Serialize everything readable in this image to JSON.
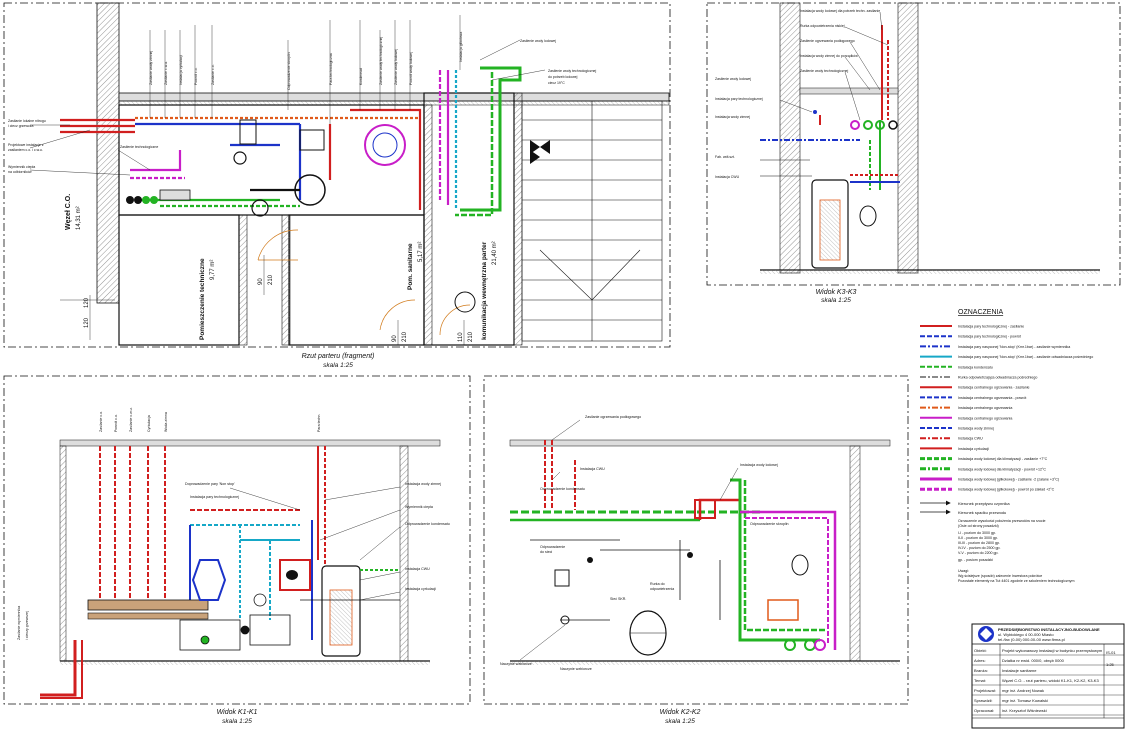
{
  "views": {
    "plan": {
      "title": "Rzut parteru (fragment)",
      "scale": "skala 1:25"
    },
    "k3": {
      "title": "Widok K3-K3",
      "scale": "skala 1:25"
    },
    "k1": {
      "title": "Widok K1-K1",
      "scale": "skala 1:25"
    },
    "k2": {
      "title": "Widok K2-K2",
      "scale": "skala 1:25"
    }
  },
  "rooms": {
    "wezel": {
      "name": "Węzeł C.O.",
      "area": "14,31 m²"
    },
    "techniczne": {
      "name": "Pomieszczenie techniczne",
      "area": "9,77 m²"
    },
    "sanitarne": {
      "name": "Pom. sanitarne",
      "area": "5,17 m²"
    },
    "komunikacja": {
      "name": "komunikacja wewnętrzna parter",
      "area": "21,40 m²"
    }
  },
  "dims": [
    "120",
    "120",
    "90",
    "210",
    "90",
    "210",
    "110",
    "210"
  ],
  "legend": {
    "title": "OZNACZENIA",
    "items": [
      {
        "label": "Instalacja pary technologicznej - zasilanie",
        "color": "#d11f1f"
      },
      {
        "label": "Instalacja pary technologicznej - powrót",
        "color": "#1c33c9"
      },
      {
        "label": "Instalacja pary nasyconej 'Non-stop' (Kmr.1bar) - zasilanie wymiennika",
        "color": "#1c33c9"
      },
      {
        "label": "Instalacja pary nasyconej 'Non-stop' (Kmr.1bar) - zasilanie odwadniacza pośredniego",
        "color": "#16a8c7"
      },
      {
        "label": "Instalacja kondensatu",
        "color": "#23b323"
      },
      {
        "label": "Rurka odpowietrzająca odwadniacza pośredniego",
        "color": "#8a8a8a"
      },
      {
        "label": "Instalacja centralnego ogrzewania - zasilanie",
        "color": "#d11f1f"
      },
      {
        "label": "Instalacja centralnego ogrzewania - powrót",
        "color": "#1c33c9"
      },
      {
        "label": "Instalacja centralnego ogrzewania",
        "color": "#e05a1a"
      },
      {
        "label": "Instalacja centralnego ogrzewania",
        "color": "#c81ec8"
      },
      {
        "label": "Instalacja wody zimnej",
        "color": "#1c33c9"
      },
      {
        "label": "Instalacja CWU",
        "color": "#d11f1f"
      },
      {
        "label": "Instalacja cyrkulacji",
        "color": "#d11f1f"
      },
      {
        "label": "Instalacja wody lodowej dla klimatyzacji - zasilanie +7°C",
        "color": "#23b323"
      },
      {
        "label": "Instalacja wody lodowej dla klimatyzacji - powrót +12°C",
        "color": "#23b323"
      },
      {
        "label": "Instalacja wody lodowej (glikolowej) - zasilanie -2 (zalane +3°C)",
        "color": "#c81ec8"
      },
      {
        "label": "Instalacja wody lodowej (glikolowej) - powrót po zakład +2°C",
        "color": "#c81ec8"
      }
    ],
    "arrows": [
      {
        "label": "Kierunek przepływu czynnika"
      },
      {
        "label": "Kierunek spadku przewodu"
      }
    ],
    "notes": [
      "Oznaczenie wysokości położenia przewodów na rzucie",
      "(Osie od strony posadzki)",
      "I-I - poziom do 3000 gp.",
      "II-II - poziom do 3000 gp.",
      "III-III - poziom do 2800 gp.",
      "IV-IV - poziom do 2500 gp.",
      "V-V - poziom do 2200 gp.",
      "gp. - posiom posadzki"
    ],
    "remarks": [
      "Uwagi:",
      "Wg ścisłejsze (sposób) zalecenie Inwestora pokrótce",
      "Pozostałe elementy na Tut 4401 zgodnie ze szkoleniem technologicznym"
    ]
  },
  "annotations": {
    "k3": [
      "Instalacja wody lodowej dla potrzeb techn. zasilanie",
      "Rurka odpowietrzenia niskiej",
      "Zasilenie ogrzewania podłogowego",
      "Instalacja wody zimnej do porządków",
      "Zasilenie wody technologicznej",
      "Zasilenie wody lodowej"
    ],
    "k1": [
      "Doprowadzenie pary 'Non stop'",
      "Instalacja pary technologicznej",
      "Instalacja wody zimnej",
      "Wymiennik ciepła",
      "Odprowadzenie kondensatu",
      "Instalacja CWU",
      "Instalacja cyrkulacji"
    ],
    "k2": [
      "Zasilanie ogrzewania podłogowego",
      "Instalacja wody lodowej",
      "Odprowadzenie skroplin",
      "Naczynie wzbiorcze"
    ]
  },
  "title_block": {
    "company_line1": "PRZEDSIĘBIORSTWO INSTALACYJNO-BUDOWLANE",
    "company_line2": "ul. Wybickiego 4  00-000 Miasto",
    "company_line3": "tel./fax (0-00) 000-00-00  www.firma.pl",
    "rows": [
      {
        "k": "Obiekt:",
        "v": "Projekt wykonawczy instalacji w budynku przemysłowym"
      },
      {
        "k": "Adres:",
        "v": "Działka nr ewid. 000/0, obręb 0000"
      },
      {
        "k": "Branża:",
        "v": "Instalacje sanitarne"
      },
      {
        "k": "Temat:",
        "v": "Węzeł C.O. - rzut parteru, widoki K1-K1, K2-K2, K3-K3"
      },
      {
        "k": "Projektował:",
        "v": "mgr inż. Andrzej Nowak"
      },
      {
        "k": "Sprawdził:",
        "v": "mgr inż. Tomasz Kowalski"
      },
      {
        "k": "Opracował:",
        "v": "inż. Krzysztof Wiśniewski"
      }
    ],
    "sheet_no": "IS-01",
    "scale_label": "1:25"
  },
  "colors": {
    "red": "#d11f1f",
    "blue": "#1c33c9",
    "green": "#23b323",
    "magenta": "#c81ec8",
    "cyan": "#16a8c7",
    "orange": "#e05a1a",
    "line": "#222222",
    "hatch": "#555555"
  }
}
